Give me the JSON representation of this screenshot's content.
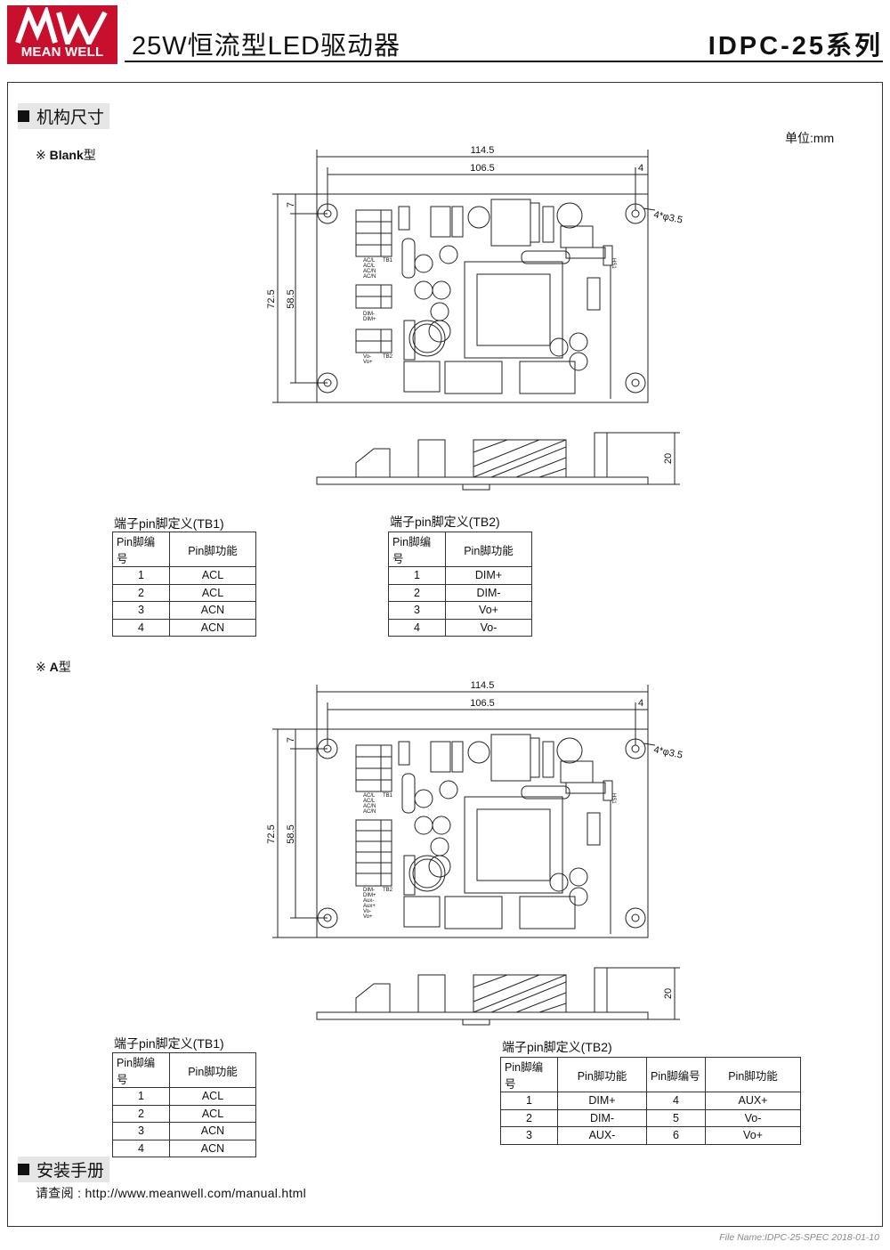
{
  "header": {
    "logo_text": "MEAN WELL",
    "title": "25W恒流型LED驱动器",
    "series": "IDPC-25系列"
  },
  "section_mech": {
    "title": "机构尺寸",
    "unit": "单位:mm"
  },
  "blank": {
    "label_mark": "※",
    "label_bold": "Blank",
    "label_rest": "型",
    "dims": {
      "w_total": "114.5",
      "w_inner": "106.5",
      "edge": "4",
      "h_total": "72.5",
      "h_inner": "58.5",
      "top": "7",
      "hole": "4*φ3.5",
      "height": "20"
    },
    "tb1_caption": "端子pin脚定义(TB1)",
    "tb2_caption": "端子pin脚定义(TB2)",
    "col_no": "Pin脚编号",
    "col_fn": "Pin脚功能",
    "tb1_rows": [
      {
        "no": "1",
        "fn": "ACL"
      },
      {
        "no": "2",
        "fn": "ACL"
      },
      {
        "no": "3",
        "fn": "ACN"
      },
      {
        "no": "4",
        "fn": "ACN"
      }
    ],
    "tb2_rows": [
      {
        "no": "1",
        "fn": "DIM+"
      },
      {
        "no": "2",
        "fn": "DIM-"
      },
      {
        "no": "3",
        "fn": "Vo+"
      },
      {
        "no": "4",
        "fn": "Vo-"
      }
    ],
    "silk_tb1": [
      "AC/L",
      "AC/L",
      "AC/N",
      "AC/N"
    ],
    "silk_tb2": [
      "DIM-",
      "DIM+"
    ],
    "silk_tb3": [
      "Vo-",
      "Vo+"
    ],
    "silk_tb1_label": "TB1",
    "silk_tb2_label": "TB2",
    "silk_hs": "HS1"
  },
  "atype": {
    "label_mark": "※",
    "label_bold": "A",
    "label_rest": "型",
    "dims": {
      "w_total": "114.5",
      "w_inner": "106.5",
      "edge": "4",
      "h_total": "72.5",
      "h_inner": "58.5",
      "top": "7",
      "hole": "4*φ3.5",
      "height": "20"
    },
    "tb1_caption": "端子pin脚定义(TB1)",
    "tb2_caption": "端子pin脚定义(TB2)",
    "col_no": "Pin脚编号",
    "col_fn": "Pin脚功能",
    "tb1_rows": [
      {
        "no": "1",
        "fn": "ACL"
      },
      {
        "no": "2",
        "fn": "ACL"
      },
      {
        "no": "3",
        "fn": "ACN"
      },
      {
        "no": "4",
        "fn": "ACN"
      }
    ],
    "tb2_rows": [
      {
        "no": "1",
        "fn": "DIM+",
        "no2": "4",
        "fn2": "AUX+"
      },
      {
        "no": "2",
        "fn": "DIM-",
        "no2": "5",
        "fn2": "Vo-"
      },
      {
        "no": "3",
        "fn": "AUX-",
        "no2": "6",
        "fn2": "Vo+"
      }
    ],
    "silk_tb1": [
      "AC/L",
      "AC/L",
      "AC/N",
      "AC/N"
    ],
    "silk_tb2": [
      "DIM-",
      "DIM+",
      "Aux-",
      "Aux+",
      "Vo-",
      "Vo+"
    ],
    "silk_tb1_label": "TB1",
    "silk_tb2_label": "TB2",
    "silk_hs": "HS1"
  },
  "section_manual": {
    "title": "安装手册",
    "text": "请查阅 : http://www.meanwell.com/manual.html"
  },
  "footer": "File Name:IDPC-25-SPEC   2018-01-10"
}
